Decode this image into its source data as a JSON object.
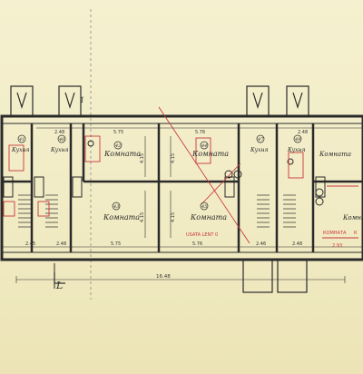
{
  "rooms": {
    "big": [
      {
        "num": "42",
        "name": "Комната"
      },
      {
        "num": "43",
        "name": "Комната"
      },
      {
        "num": "44",
        "name": "Комната"
      },
      {
        "num": "45",
        "name": "Комната"
      },
      {
        "num": "",
        "name": "Комната"
      },
      {
        "num": "",
        "name": "Комната"
      }
    ],
    "kitchens": [
      {
        "num": "41",
        "name": "Кухня"
      },
      {
        "num": "46",
        "name": "Кухня"
      },
      {
        "num": "47",
        "name": "Кухня"
      },
      {
        "num": "49",
        "name": "Кухня"
      }
    ]
  },
  "dims": {
    "top": [
      "2.48",
      "5.75",
      "5.76",
      "2.48"
    ],
    "bottom": [
      "2.45",
      "2.48",
      "5.75",
      "5.76",
      "2.46",
      "2.48"
    ],
    "vertical": [
      "4.15",
      "4.15",
      "4.15",
      "4.15"
    ],
    "overall": "16.48"
  },
  "annotations": {
    "red_center": "USATA LENT 0",
    "red_right": "КОМНАТА",
    "red_right_small": "К",
    "red_dim": "2.93",
    "axis_left": "L",
    "axis_mark": "1"
  },
  "colors": {
    "paper": "#f2edc6",
    "ink": "#2a2a2a",
    "red_ink": "#c8383a"
  }
}
